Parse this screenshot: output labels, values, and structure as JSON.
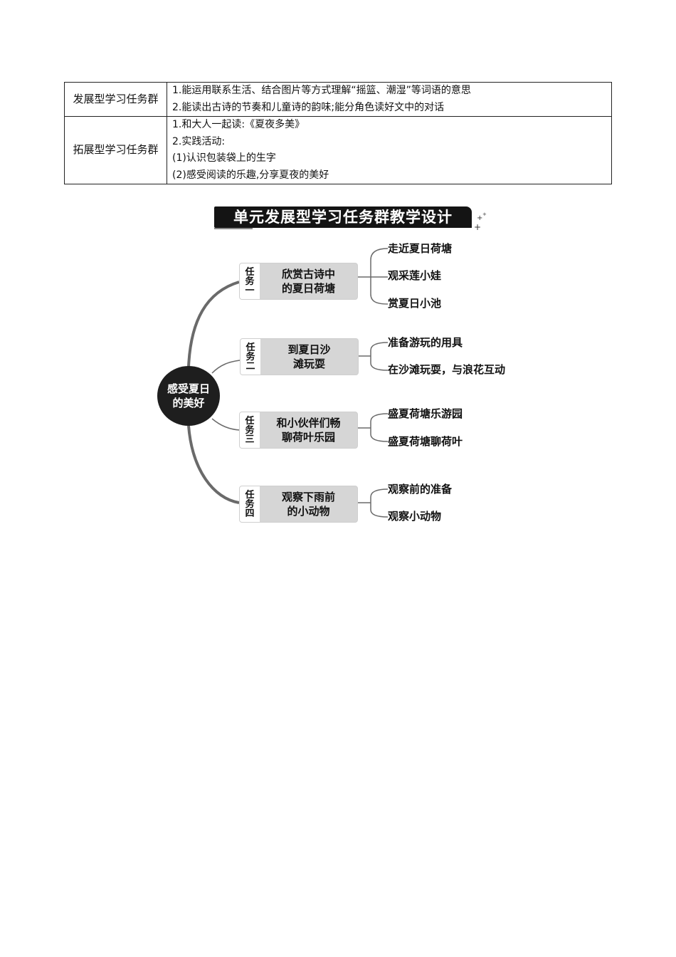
{
  "table": {
    "rows": [
      {
        "label": "发展型学习任务群",
        "items": [
          "1.能运用联系生活、结合图片等方式理解“摇篮、潮湿”等词语的意思",
          "2.能读出古诗的节奏和儿童诗的韵味;能分角色读好文中的对话"
        ]
      },
      {
        "label": "拓展型学习任务群",
        "items": [
          "1.和大人一起读:《夏夜多美》",
          "2.实践活动:",
          "(1)认识包装袋上的生字",
          "(2)感受阅读的乐趣,分享夏夜的美好"
        ]
      }
    ]
  },
  "mindmap": {
    "title": "单元发展型学习任务群教学设计",
    "center": {
      "line1": "感受夏日",
      "line2": "的美好"
    },
    "tasks": [
      {
        "tag": [
          "任",
          "务",
          "一"
        ],
        "name_line1": "欣赏古诗中",
        "name_line2": "的夏日荷塘",
        "subtasks": [
          "走近夏日荷塘",
          "观采莲小娃",
          "赏夏日小池"
        ]
      },
      {
        "tag": [
          "任",
          "务",
          "二"
        ],
        "name_line1": "到夏日沙",
        "name_line2": "滩玩耍",
        "subtasks": [
          "准备游玩的用具",
          "在沙滩玩耍，与浪花互动"
        ]
      },
      {
        "tag": [
          "任",
          "务",
          "三"
        ],
        "name_line1": "和小伙伴们畅",
        "name_line2": "聊荷叶乐园",
        "subtasks": [
          "盛夏荷塘乐游园",
          "盛夏荷塘聊荷叶"
        ]
      },
      {
        "tag": [
          "任",
          "务",
          "四"
        ],
        "name_line1": "观察下雨前",
        "name_line2": "的小动物",
        "subtasks": [
          "观察前的准备",
          "观察小动物"
        ]
      }
    ],
    "colors": {
      "title_bg": "#141414",
      "node_bg": "#d6d6d6",
      "center_bg": "#1e1e1e",
      "line": "#666666"
    }
  }
}
